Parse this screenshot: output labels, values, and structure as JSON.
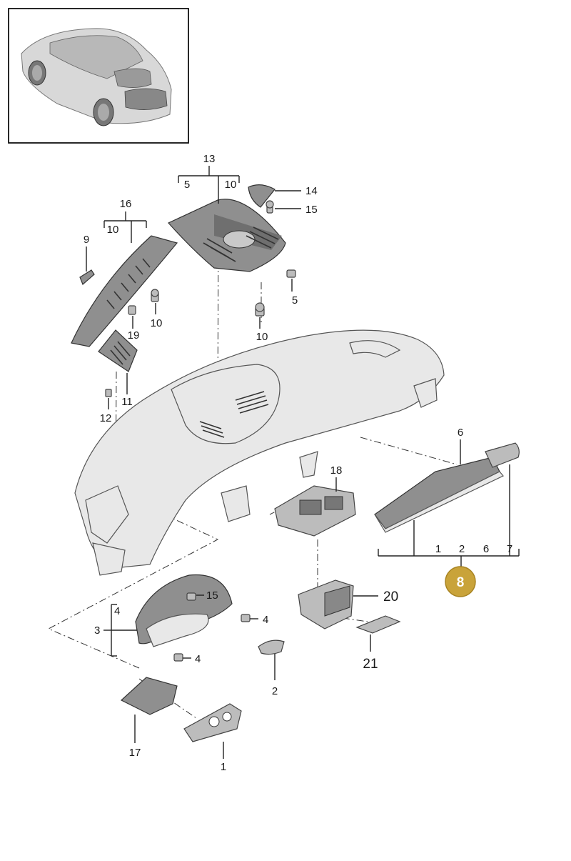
{
  "colors": {
    "highlight_badge": "#c9a33a",
    "highlight_badge_border": "#a88422",
    "badge_text": "#ffffff",
    "line": "#222222"
  },
  "icons": {
    "thumbnail": "car-icon"
  },
  "labels": {
    "l13": "13",
    "l13a": "5",
    "l13b": "10",
    "l14": "14",
    "l15top": "15",
    "l16": "16",
    "l16a": "10",
    "l9": "9",
    "l10left": "10",
    "l19": "19",
    "l5": "5",
    "l10right": "10",
    "l11": "11",
    "l12": "12",
    "l6": "6",
    "l18": "18",
    "l8a": "1",
    "l8b": "2",
    "l8c": "6",
    "l8d": "7",
    "badge8": "8",
    "l15mid": "15",
    "l4a": "4",
    "l4b": "4",
    "l3": "3",
    "l3a": "4",
    "l20": "20",
    "l21": "21",
    "l2": "2",
    "l17": "17",
    "l1": "1"
  }
}
